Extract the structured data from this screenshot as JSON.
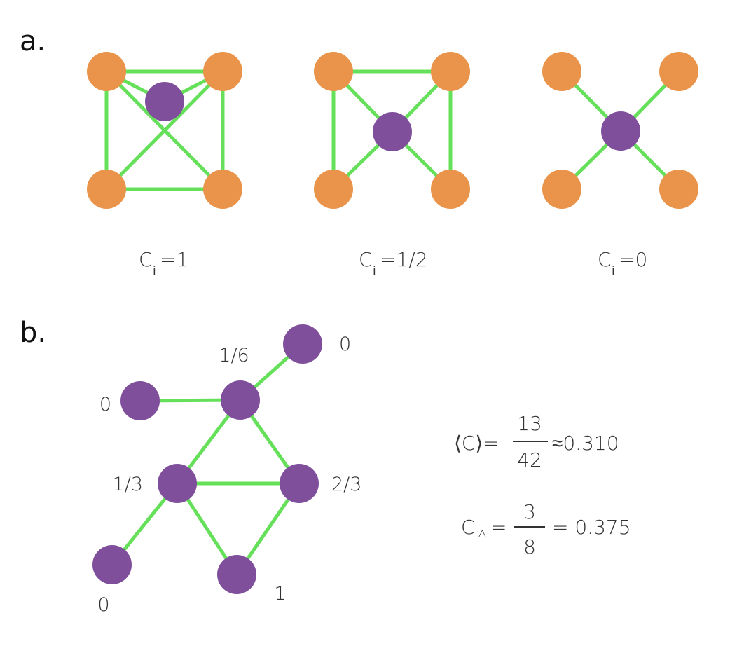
{
  "colors": {
    "edge": "#66e05a",
    "neighbor_node": "#e9944a",
    "center_node": "#7f4f9c",
    "text": "#333333"
  },
  "panel_a": {
    "label": "a.",
    "graphs": [
      {
        "caption_main": "C",
        "caption_sub": "i",
        "caption_value": "=1",
        "neighbor_edges": [
          [
            0,
            1
          ],
          [
            2,
            3
          ],
          [
            0,
            2
          ],
          [
            1,
            3
          ],
          [
            0,
            3
          ],
          [
            1,
            2
          ]
        ],
        "center_edges": [
          0,
          1
        ]
      },
      {
        "caption_main": "C",
        "caption_sub": "i",
        "caption_value": "=1/2",
        "neighbor_edges": [
          [
            0,
            1
          ],
          [
            0,
            2
          ],
          [
            1,
            3
          ]
        ],
        "center_edges": [
          0,
          1,
          2,
          3
        ]
      },
      {
        "caption_main": "C",
        "caption_sub": "i",
        "caption_value": "=0",
        "neighbor_edges": [],
        "center_edges": [
          0,
          1,
          2,
          3
        ]
      }
    ]
  },
  "panel_b": {
    "label": "b.",
    "nodes": [
      {
        "id": "n-top",
        "coefficient": "0"
      },
      {
        "id": "n-hub",
        "coefficient": "1/6"
      },
      {
        "id": "n-left",
        "coefficient": "0"
      },
      {
        "id": "n-mid-left",
        "coefficient": "1/3"
      },
      {
        "id": "n-mid-right",
        "coefficient": "2/3"
      },
      {
        "id": "n-bottom-left",
        "coefficient": "0"
      },
      {
        "id": "n-bottom",
        "coefficient": "1"
      }
    ],
    "edges": [
      [
        0,
        1
      ],
      [
        2,
        1
      ],
      [
        1,
        3
      ],
      [
        1,
        4
      ],
      [
        3,
        4
      ],
      [
        3,
        5
      ],
      [
        3,
        6
      ],
      [
        4,
        6
      ]
    ],
    "average_formula": {
      "lhs": "⟨C⟩=",
      "numerator": "13",
      "denominator": "42",
      "result": "≈0.310"
    },
    "global_formula": {
      "lhs_main": "C",
      "lhs_sub": "△",
      "lhs_eq": "=",
      "numerator": "3",
      "denominator": "8",
      "result": "= 0.375"
    }
  }
}
